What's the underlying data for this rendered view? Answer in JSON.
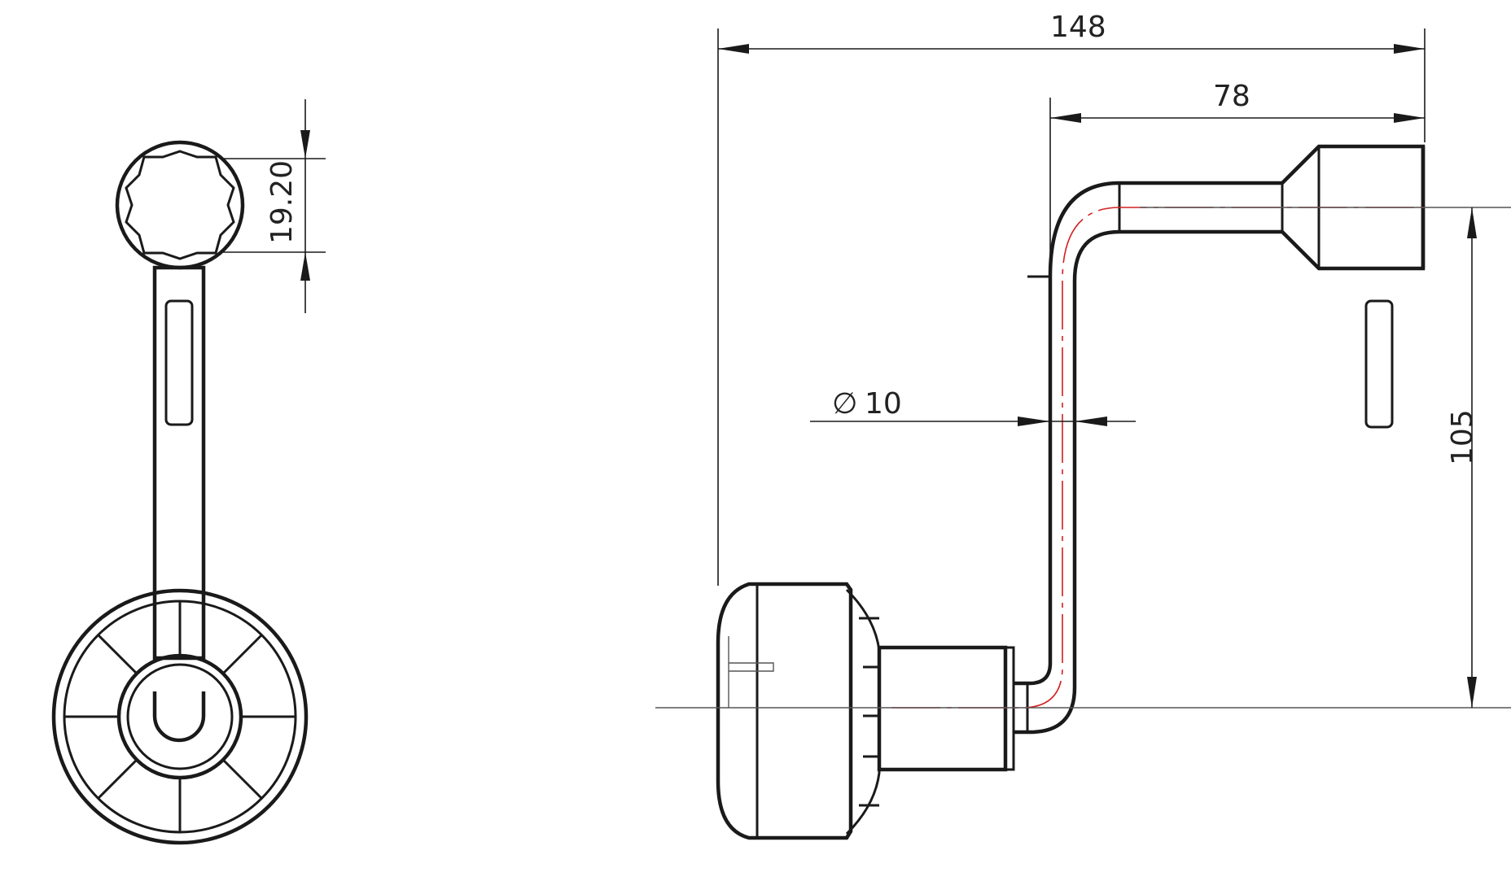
{
  "dimensions": {
    "overall_length": "148",
    "crank_offset": "78",
    "rod_diameter": "10",
    "diameter_symbol": "∅",
    "socket_size": "19.20",
    "height": "105"
  },
  "colors": {
    "outline": "#1a1a1a",
    "centerline": "#d42020",
    "background": "#ffffff"
  }
}
